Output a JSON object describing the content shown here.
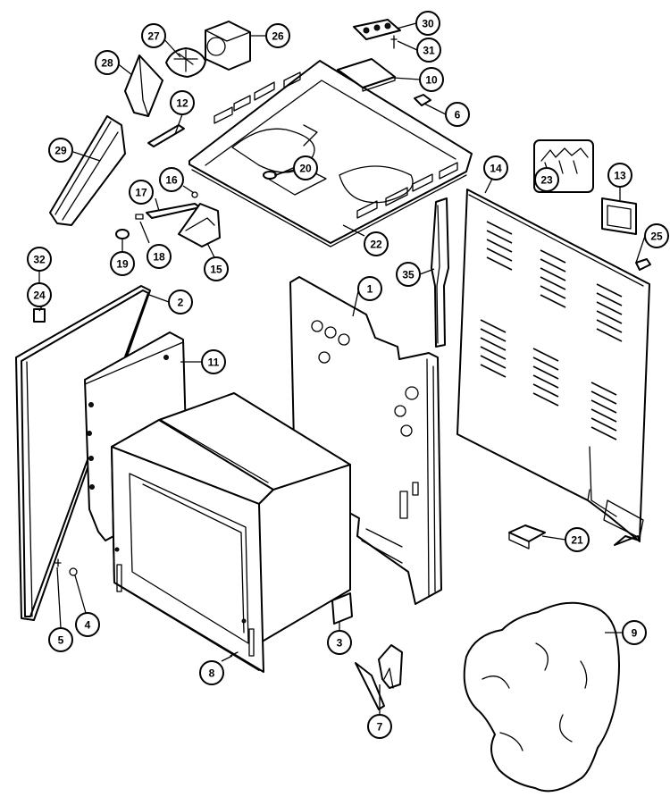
{
  "diagram": {
    "callouts": [
      "1",
      "2",
      "3",
      "4",
      "5",
      "6",
      "7",
      "8",
      "9",
      "10",
      "11",
      "12",
      "13",
      "14",
      "15",
      "16",
      "17",
      "18",
      "19",
      "20",
      "21",
      "22",
      "23",
      "24",
      "25",
      "26",
      "27",
      "28",
      "29",
      "30",
      "31",
      "32",
      "35"
    ]
  }
}
